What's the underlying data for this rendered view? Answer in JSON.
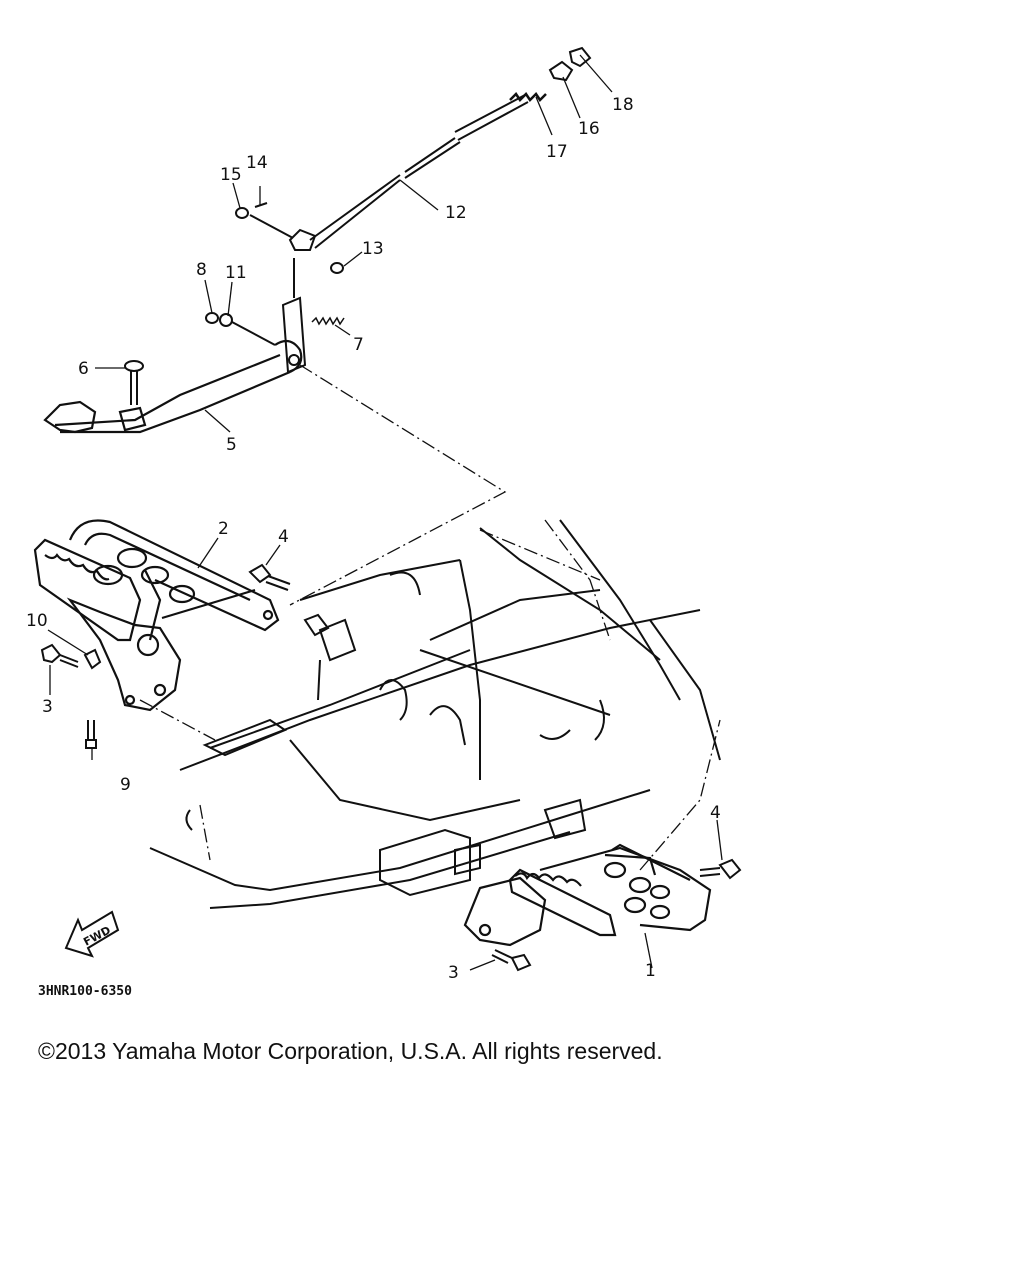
{
  "diagram": {
    "part_code": "3HNR100-6350",
    "direction_marker": "FWD",
    "callouts": [
      {
        "id": "c1",
        "text": "1"
      },
      {
        "id": "c2",
        "text": "2"
      },
      {
        "id": "c3a",
        "text": "3"
      },
      {
        "id": "c3b",
        "text": "3"
      },
      {
        "id": "c4a",
        "text": "4"
      },
      {
        "id": "c4b",
        "text": "4"
      },
      {
        "id": "c5",
        "text": "5"
      },
      {
        "id": "c6",
        "text": "6"
      },
      {
        "id": "c7",
        "text": "7"
      },
      {
        "id": "c8",
        "text": "8"
      },
      {
        "id": "c9",
        "text": "9"
      },
      {
        "id": "c10",
        "text": "10"
      },
      {
        "id": "c11",
        "text": "11"
      },
      {
        "id": "c12",
        "text": "12"
      },
      {
        "id": "c13",
        "text": "13"
      },
      {
        "id": "c14",
        "text": "14"
      },
      {
        "id": "c15",
        "text": "15"
      },
      {
        "id": "c16",
        "text": "16"
      },
      {
        "id": "c17",
        "text": "17"
      },
      {
        "id": "c18",
        "text": "18"
      }
    ]
  },
  "footer": {
    "copyright": "©2013 Yamaha Motor Corporation, U.S.A. All rights reserved."
  }
}
